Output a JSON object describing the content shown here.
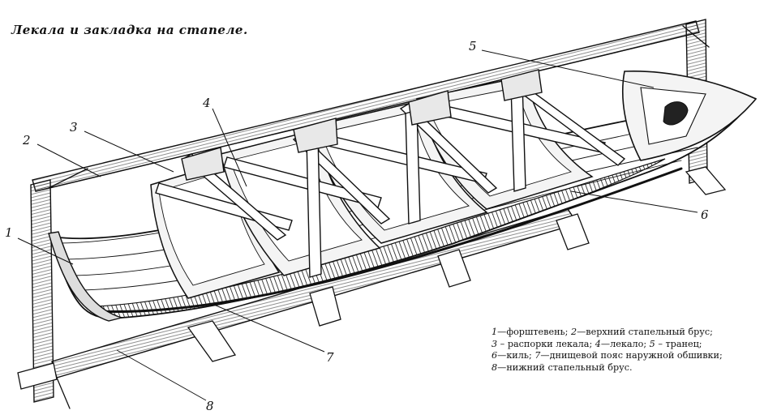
{
  "title": "Лекала и закладка на стапеле.",
  "callouts": [
    "1",
    "2",
    "3",
    "4",
    "5",
    "6",
    "7",
    "8"
  ],
  "legend": [
    [
      {
        "n": "1",
        "t": "—форштевень; "
      },
      {
        "n": "2",
        "t": "—верхний стапельный брус;"
      }
    ],
    [
      {
        "n": "3",
        "t": " – распорки лекала; "
      },
      {
        "n": "4",
        "t": "—лекало; "
      },
      {
        "n": "5",
        "t": " – транец;"
      }
    ],
    [
      {
        "n": "6",
        "t": "—киль; "
      },
      {
        "n": "7",
        "t": "—днищевой пояс наружной обшивки;"
      }
    ],
    [
      {
        "n": "8",
        "t": "—нижний стапельный брус."
      }
    ]
  ]
}
